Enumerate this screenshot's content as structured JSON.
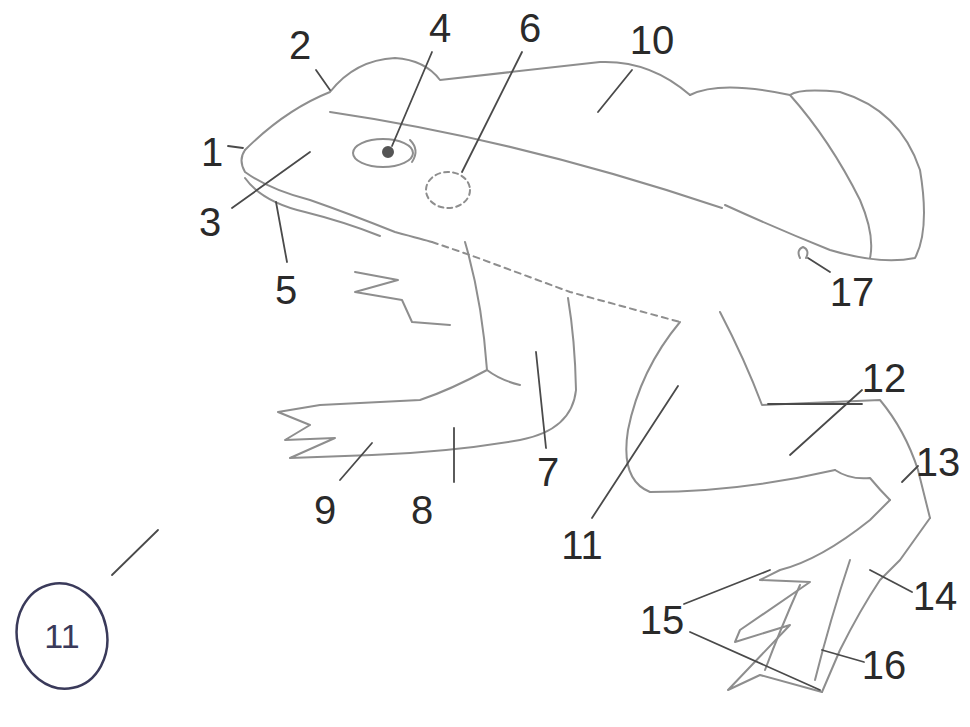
{
  "diagram": {
    "nodes": [
      {
        "text": [
          "11"
        ]
      }
    ],
    "labels": [
      "2",
      "4",
      "6",
      "10",
      "1",
      "3",
      "5",
      "17",
      "12",
      "13",
      "9",
      "8",
      "7",
      "11",
      "14",
      "15",
      "16"
    ]
  }
}
